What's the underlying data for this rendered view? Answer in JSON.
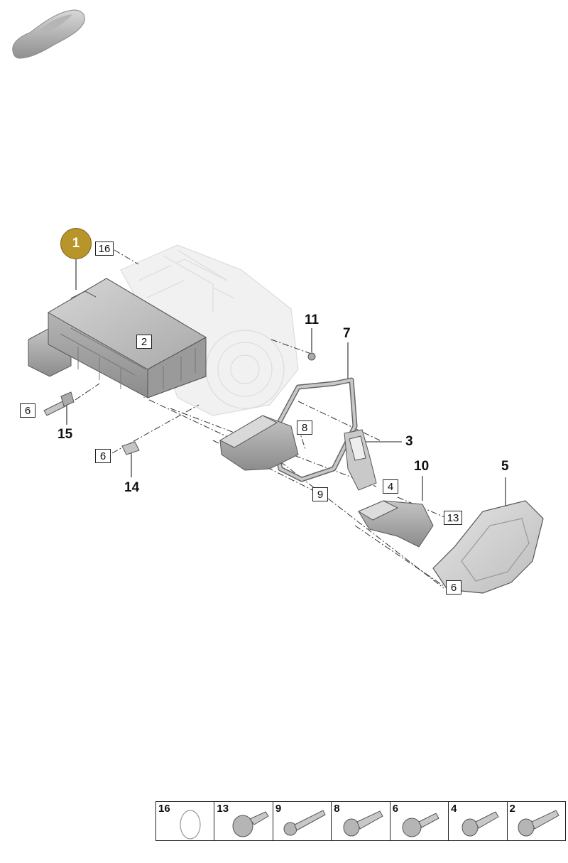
{
  "main_callout": "1",
  "part_numbers": {
    "p2": "2",
    "p3": "3",
    "p4": "4",
    "p5": "5",
    "p6a": "6",
    "p6b": "6",
    "p6c": "6",
    "p7": "7",
    "p8": "8",
    "p9": "9",
    "p10": "10",
    "p11": "11",
    "p13": "13",
    "p14": "14",
    "p15": "15",
    "p16": "16"
  },
  "hardware_table": {
    "cells": [
      {
        "label": "16",
        "icon": "o-ring-icon"
      },
      {
        "label": "13",
        "icon": "flange-bolt-icon"
      },
      {
        "label": "9",
        "icon": "long-bolt-icon"
      },
      {
        "label": "8",
        "icon": "bolt-icon"
      },
      {
        "label": "6",
        "icon": "flange-screw-icon"
      },
      {
        "label": "4",
        "icon": "short-bolt-icon"
      },
      {
        "label": "2",
        "icon": "bolt-icon"
      }
    ]
  },
  "colors": {
    "callout": "#b8952b",
    "part_fill": "#cfcfcf",
    "part_stroke": "#555555",
    "ghost": "#ececec"
  }
}
